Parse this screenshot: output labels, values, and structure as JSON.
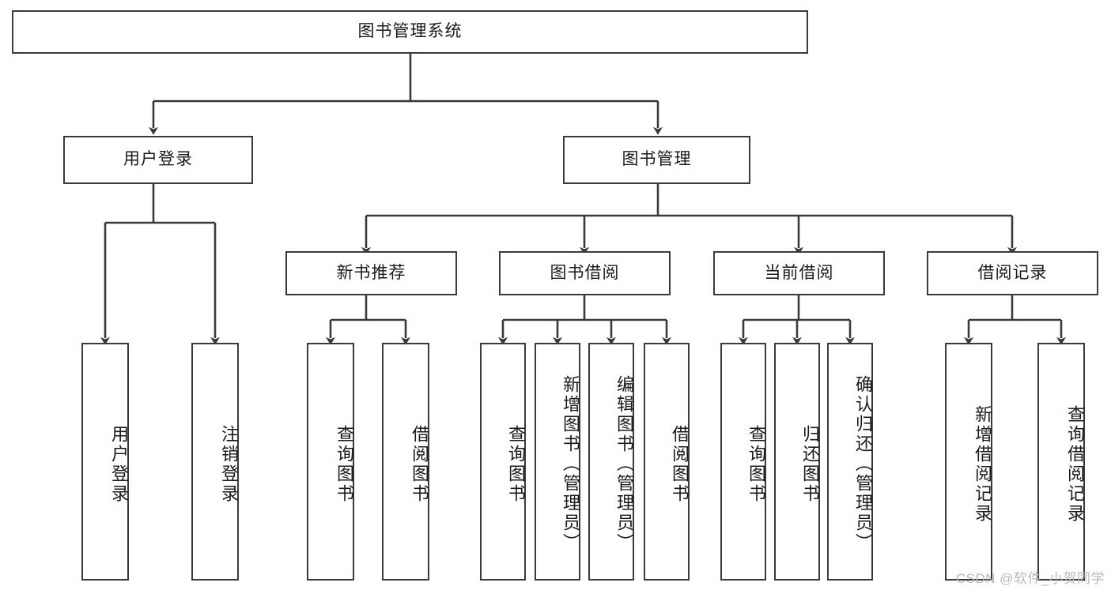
{
  "diagram": {
    "title": "图书管理系统",
    "watermark": "CSDN @软件_小贺同学",
    "colors": {
      "stroke": "#3a3a3a",
      "text": "#1a1a1a",
      "background": "#ffffff",
      "watermark": "#b9b9b9"
    },
    "root": {
      "label": "图书管理系统"
    },
    "level1": [
      {
        "label": "用户登录"
      },
      {
        "label": "图书管理"
      }
    ],
    "level2": [
      {
        "label": "新书推荐"
      },
      {
        "label": "图书借阅"
      },
      {
        "label": "当前借阅"
      },
      {
        "label": "借阅记录"
      }
    ],
    "leaves": {
      "user_login": [
        {
          "label": "用户登录"
        },
        {
          "label": "注销登录"
        }
      ],
      "new_book": [
        {
          "label": "查询图书"
        },
        {
          "label": "借阅图书"
        }
      ],
      "book_borrow": [
        {
          "label": "查询图书"
        },
        {
          "label": "新增图书（管理员）"
        },
        {
          "label": "编辑图书（管理员）"
        },
        {
          "label": "借阅图书"
        }
      ],
      "current_borrow": [
        {
          "label": "查询图书"
        },
        {
          "label": "归还图书"
        },
        {
          "label": "确认归还（管理员）"
        }
      ],
      "borrow_record": [
        {
          "label": "新增借阅记录"
        },
        {
          "label": "查询借阅记录"
        }
      ]
    }
  }
}
